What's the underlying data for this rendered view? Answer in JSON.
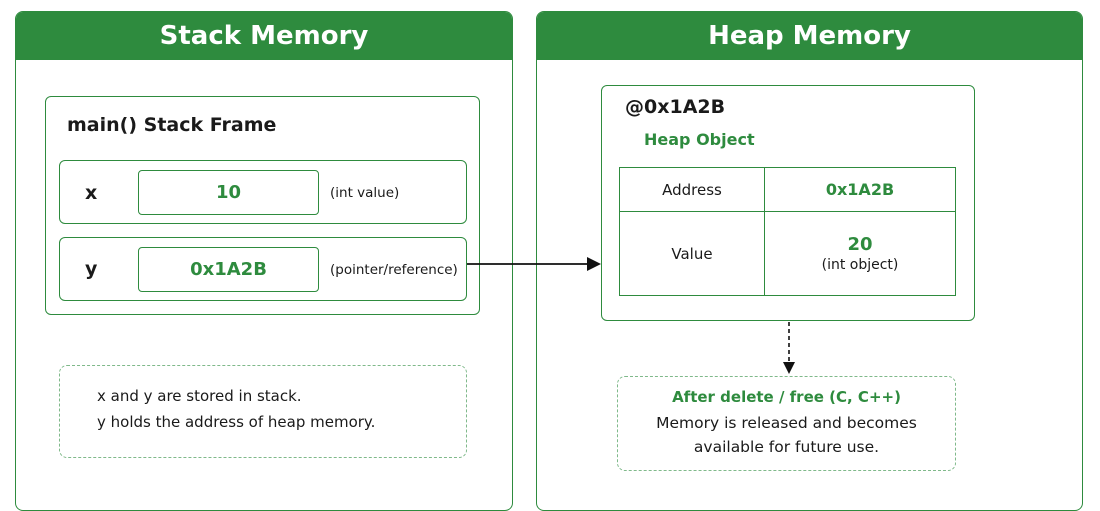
{
  "stack": {
    "title": "Stack Memory",
    "frame_title": "main() Stack Frame",
    "vars": [
      {
        "name": "x",
        "value": "10",
        "note": "(int value)"
      },
      {
        "name": "y",
        "value": "0x1A2B",
        "note": "(pointer/reference)"
      }
    ],
    "explanation": [
      "x and y are stored in stack.",
      "y holds the address of heap memory."
    ]
  },
  "heap": {
    "title": "Heap Memory",
    "address": "@0x1A2B",
    "object_label": "Heap Object",
    "rows": [
      {
        "key": "Address",
        "value": "0x1A2B"
      },
      {
        "key": "Value",
        "value": "20",
        "sub": "(int object)"
      }
    ],
    "free_title": "After delete / free (C, C++)",
    "free_lines": [
      "Memory is released and becomes",
      "available for future use."
    ]
  },
  "colors": {
    "accent": "#2e8b3e",
    "dashed_border": "#7fb98a"
  }
}
